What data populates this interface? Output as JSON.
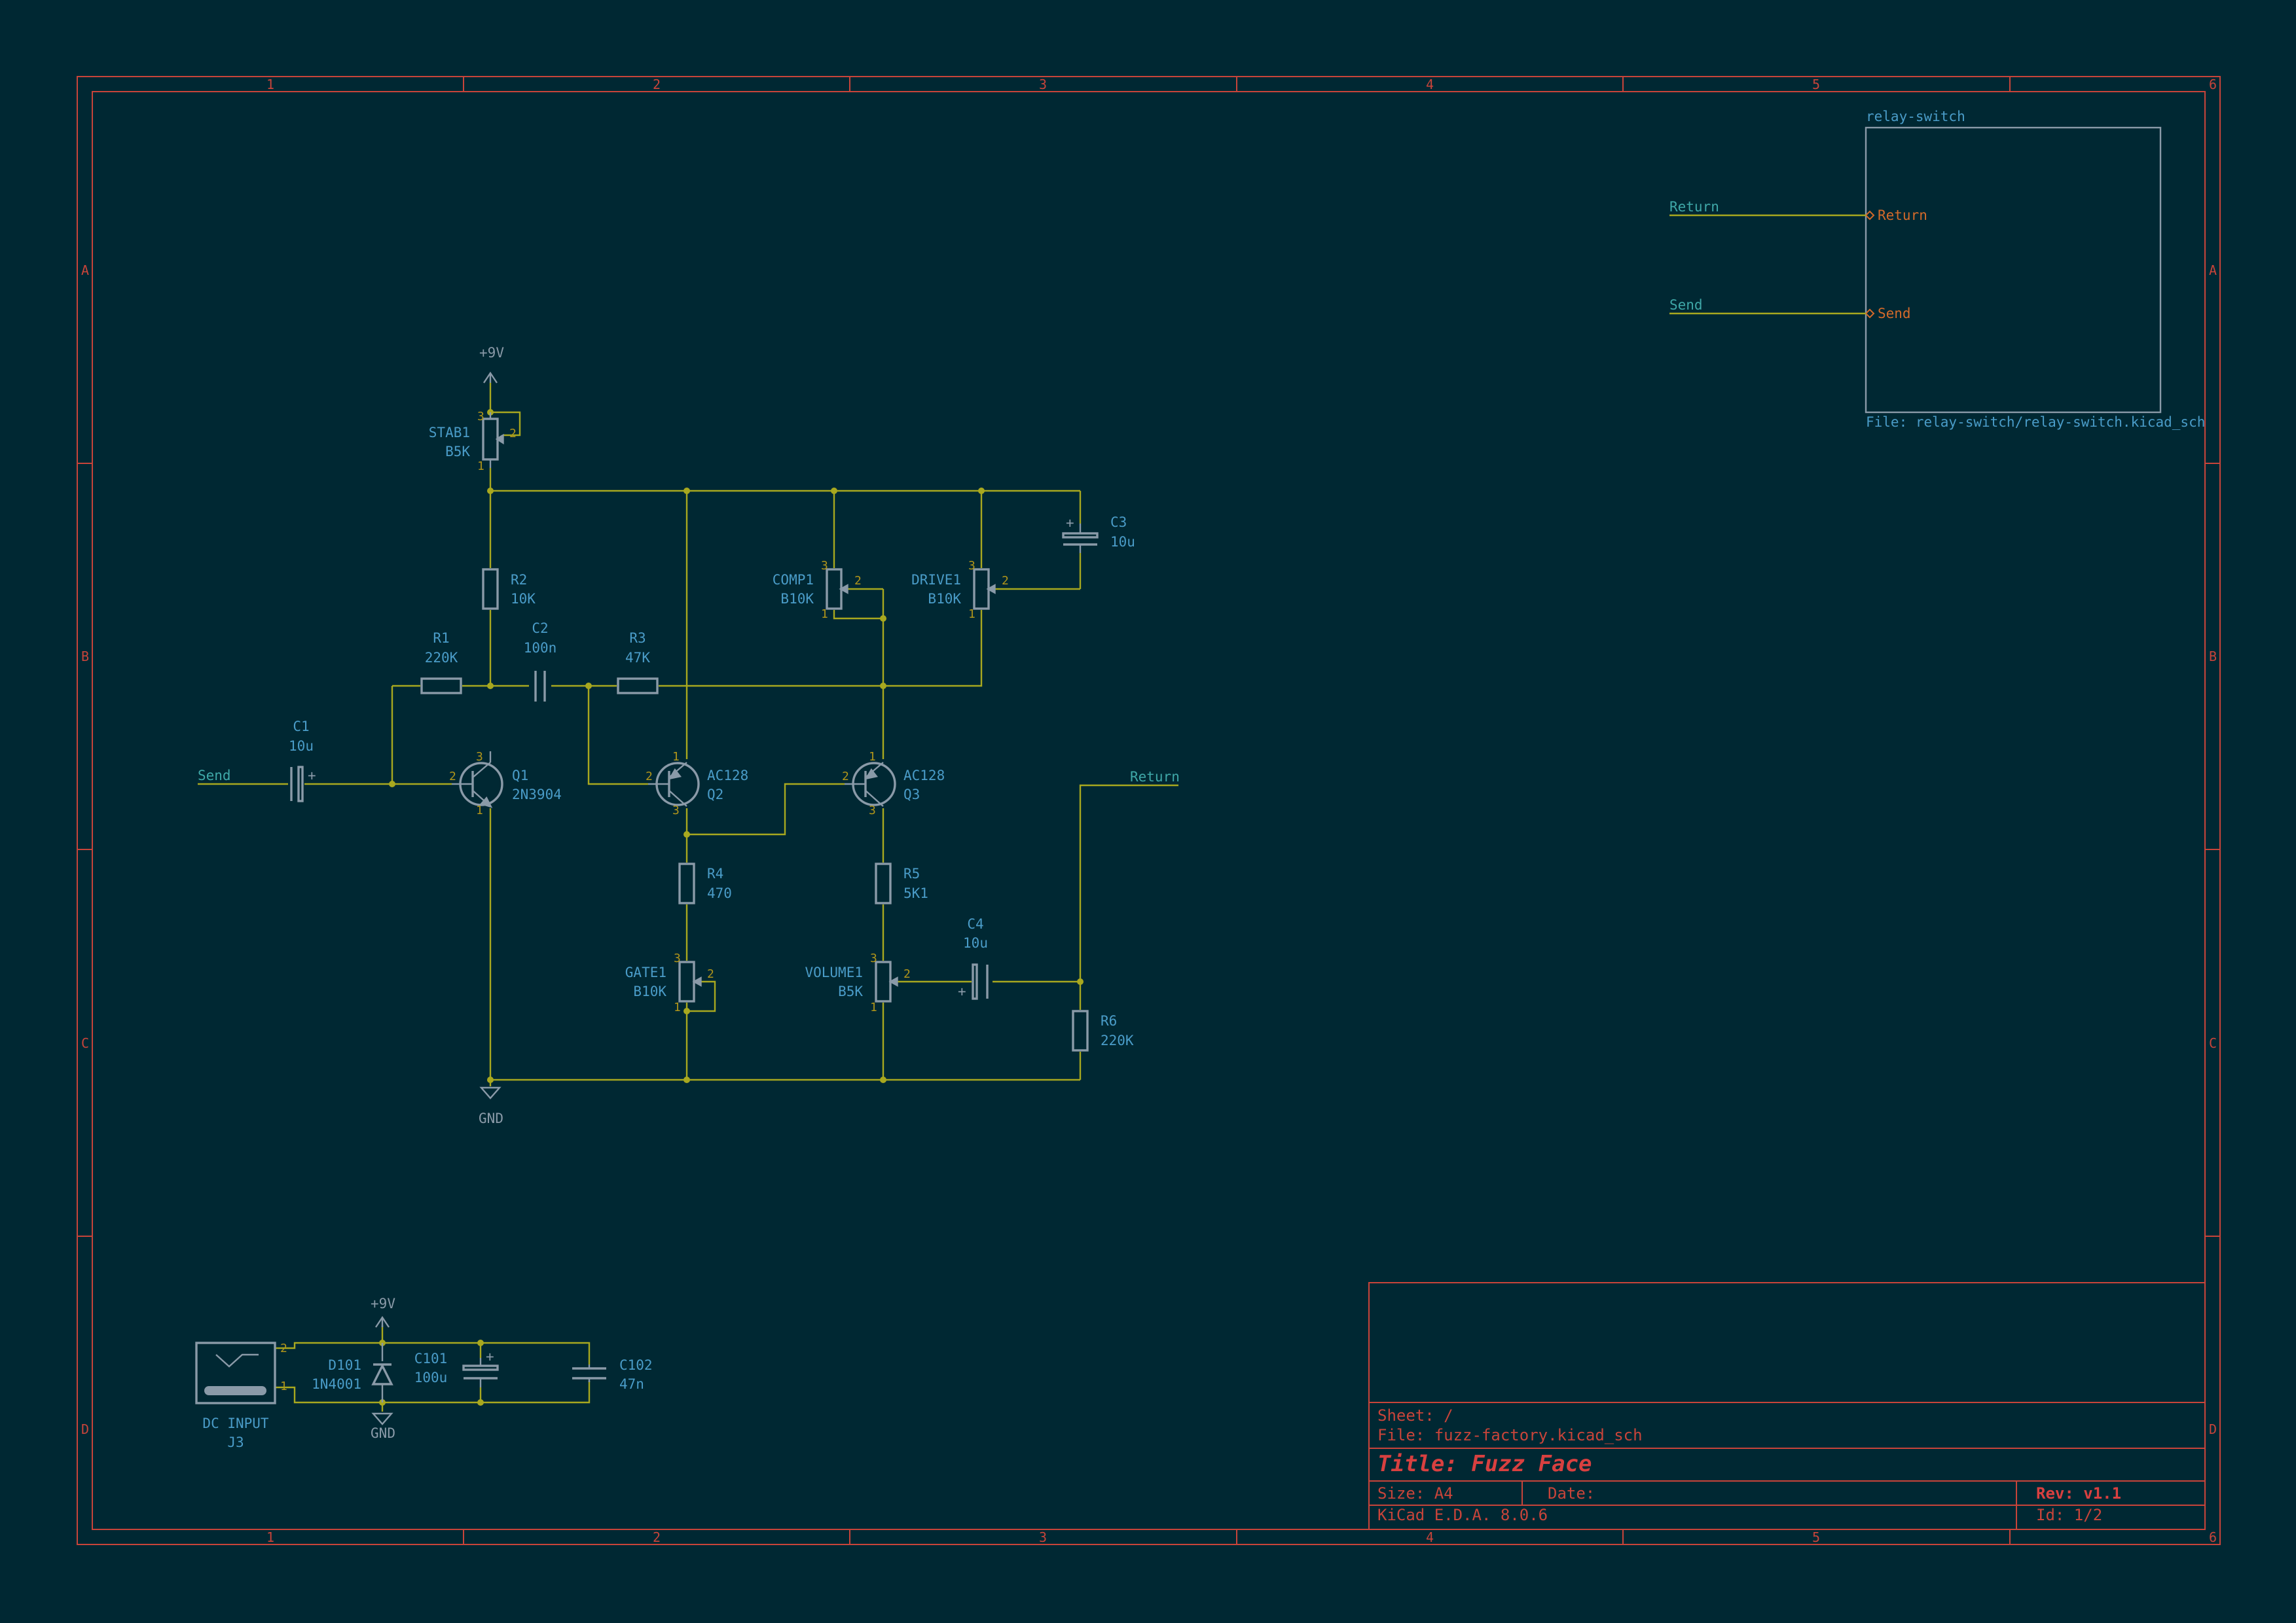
{
  "frame": {
    "columns": [
      "1",
      "2",
      "3",
      "4",
      "5",
      "6"
    ],
    "rows": [
      "A",
      "B",
      "C",
      "D"
    ]
  },
  "hier_sheet": {
    "name": "relay-switch",
    "file": "File: relay-switch/relay-switch.kicad_sch",
    "pins": [
      "Return",
      "Send"
    ]
  },
  "global_labels": {
    "return_top": "Return",
    "send_top": "Send",
    "send_main": "Send",
    "return_main": "Return"
  },
  "power": {
    "vcc_main": "+9V",
    "gnd_main": "GND",
    "vcc_psu": "+9V",
    "gnd_psu": "GND"
  },
  "components": {
    "stab1": {
      "ref": "STAB1",
      "value": "B5K"
    },
    "r2": {
      "ref": "R2",
      "value": "10K"
    },
    "r1": {
      "ref": "R1",
      "value": "220K"
    },
    "c2": {
      "ref": "C2",
      "value": "100n"
    },
    "r3": {
      "ref": "R3",
      "value": "47K"
    },
    "c1": {
      "ref": "C1",
      "value": "10u"
    },
    "q1": {
      "ref": "Q1",
      "value": "2N3904"
    },
    "q2": {
      "ref": "Q2",
      "value": "AC128"
    },
    "q3": {
      "ref": "Q3",
      "value": "AC128"
    },
    "comp1": {
      "ref": "COMP1",
      "value": "B10K"
    },
    "drive1": {
      "ref": "DRIVE1",
      "value": "B10K"
    },
    "c3": {
      "ref": "C3",
      "value": "10u"
    },
    "r4": {
      "ref": "R4",
      "value": "470"
    },
    "r5": {
      "ref": "R5",
      "value": "5K1"
    },
    "gate1": {
      "ref": "GATE1",
      "value": "B10K"
    },
    "volume1": {
      "ref": "VOLUME1",
      "value": "B5K"
    },
    "c4": {
      "ref": "C4",
      "value": "10u"
    },
    "r6": {
      "ref": "R6",
      "value": "220K"
    },
    "j3": {
      "ref": "J3",
      "value": "DC INPUT"
    },
    "d101": {
      "ref": "D101",
      "value": "1N4001"
    },
    "c101": {
      "ref": "C101",
      "value": "100u"
    },
    "c102": {
      "ref": "C102",
      "value": "47n"
    }
  },
  "pin_numbers": {
    "one": "1",
    "two": "2",
    "three": "3"
  },
  "title_block": {
    "sheet": "Sheet: /",
    "file": "File: fuzz-factory.kicad_sch",
    "title": "Title: Fuzz Face",
    "size": "Size: A4",
    "date": "Date:",
    "rev": "Rev: v1.1",
    "tool": "KiCad E.D.A. 8.0.6",
    "id": "Id: 1/2"
  }
}
